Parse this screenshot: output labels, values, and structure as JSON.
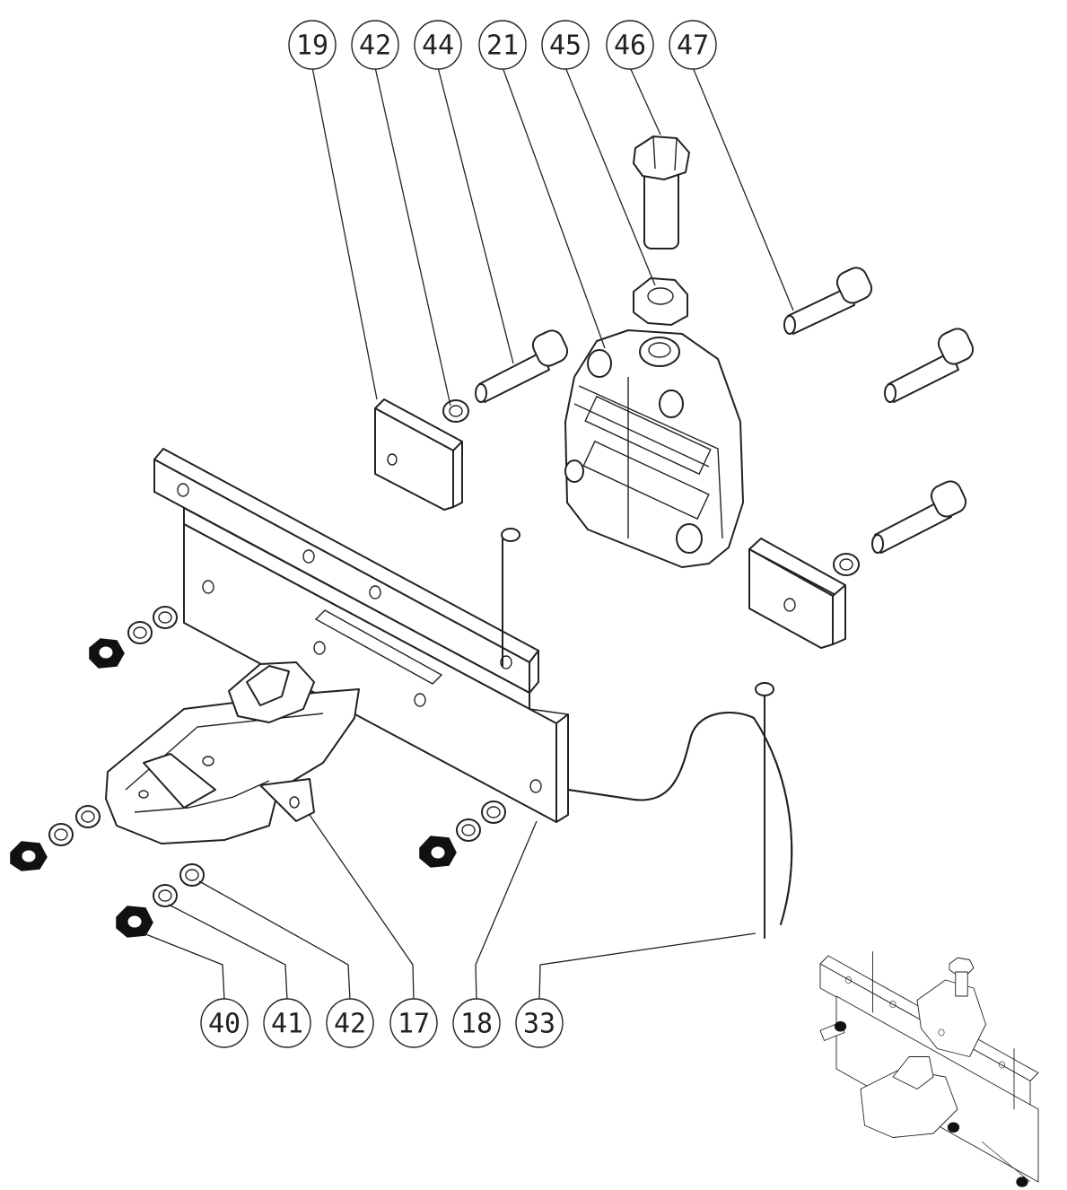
{
  "callouts_top": [
    "19",
    "42",
    "44",
    "21",
    "45",
    "46",
    "47"
  ],
  "callouts_bottom": [
    "40",
    "41",
    "42",
    "17",
    "18",
    "33"
  ],
  "colors": {
    "line": "#222222",
    "background": "#ffffff"
  }
}
